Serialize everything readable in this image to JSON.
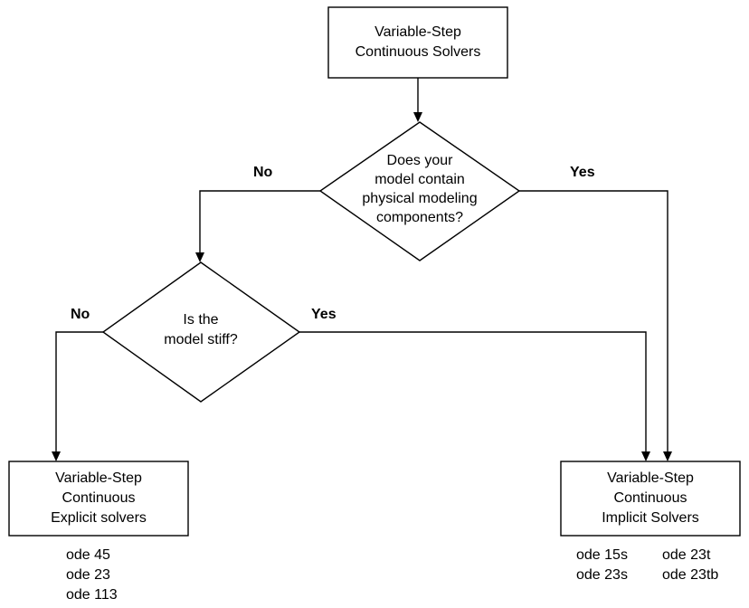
{
  "nodes": {
    "start": {
      "lines": [
        "Variable-Step",
        "Continuous Solvers"
      ]
    },
    "decision_physical": {
      "lines": [
        "Does your",
        "model contain",
        "physical modeling",
        "components?"
      ]
    },
    "decision_stiff": {
      "lines": [
        "Is the",
        "model stiff?"
      ]
    },
    "explicit": {
      "lines": [
        "Variable-Step",
        "Continuous",
        "Explicit solvers"
      ]
    },
    "implicit": {
      "lines": [
        "Variable-Step",
        "Continuous",
        "Implicit Solvers"
      ]
    }
  },
  "edge_labels": {
    "physical_no": "No",
    "physical_yes": "Yes",
    "stiff_no": "No",
    "stiff_yes": "Yes"
  },
  "solvers": {
    "explicit": [
      "ode 45",
      "ode 23",
      "ode 113"
    ],
    "implicit_col1": [
      "ode 15s",
      "ode 23s"
    ],
    "implicit_col2": [
      "ode 23t",
      "ode 23tb"
    ]
  },
  "colors": {
    "stroke": "#000000",
    "fill": "#ffffff",
    "text": "#000000"
  }
}
